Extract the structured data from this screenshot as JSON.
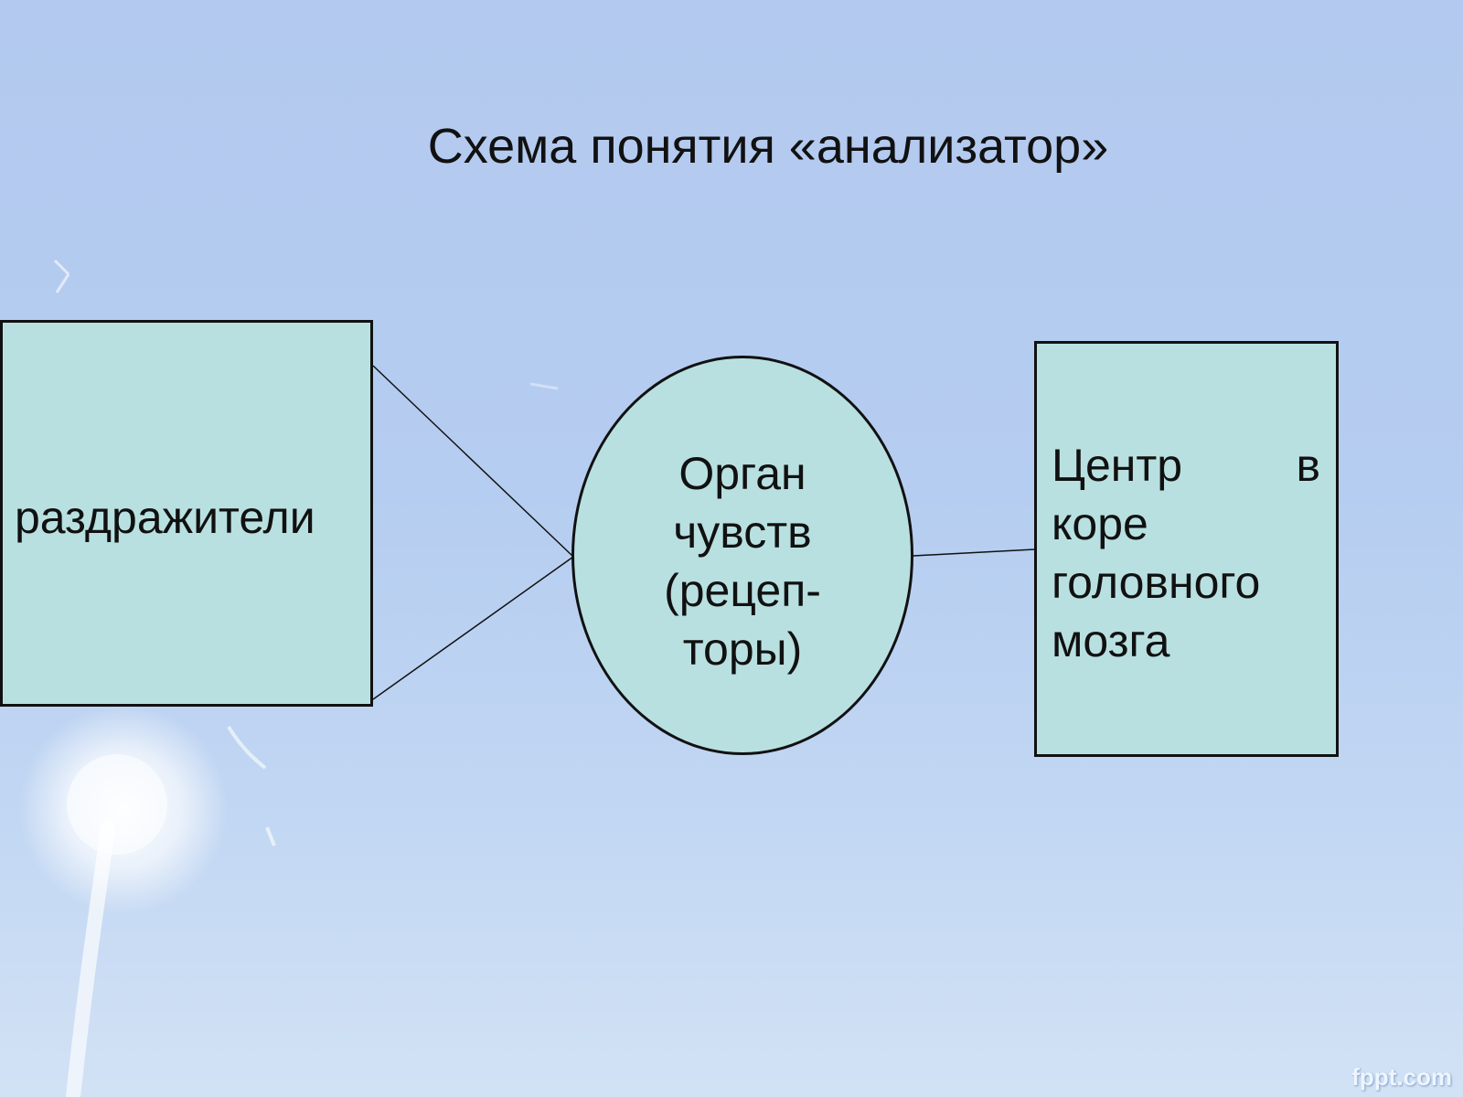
{
  "title": "Схема понятия «анализатор»",
  "nodes": {
    "stimuli": {
      "label": "раздражители"
    },
    "sense_organ": {
      "lines": [
        "Орган",
        "чувств",
        "(рецеп-",
        "торы)"
      ]
    },
    "brain_center": {
      "line1_word1": "Центр",
      "line1_word2": "в",
      "lines_rest": [
        "коре",
        "головного",
        "мозга"
      ]
    }
  },
  "edges": [
    {
      "from": "stimuli",
      "to": "sense_organ"
    },
    {
      "from": "stimuli",
      "to": "sense_organ"
    },
    {
      "from": "sense_organ",
      "to": "brain_center"
    }
  ],
  "watermark": "fppt.com",
  "colors": {
    "background": "#b5cdf0",
    "node_fill": "#b9e0e1",
    "stroke": "#111111"
  }
}
